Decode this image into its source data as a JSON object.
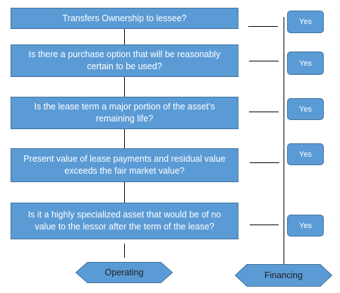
{
  "questions": [
    "Transfers Ownership to lessee?",
    "Is there a purchase option that will be reasonably certain to be used?",
    "Is the lease term a major portion of the asset’s remaining life?",
    "Present value of lease payments and residual value exceeds the fair market value?",
    "Is it a highly specialized asset that would be of no value to the lessor after the term of the lease?"
  ],
  "yes_labels": [
    "Yes",
    "Yes",
    "Yes",
    "Yes",
    "Yes"
  ],
  "outcomes": {
    "operating": "Operating",
    "financing": "Financing"
  },
  "colors": {
    "box_fill": "#5b9bd5",
    "box_border": "#41719c",
    "line": "#000000"
  }
}
